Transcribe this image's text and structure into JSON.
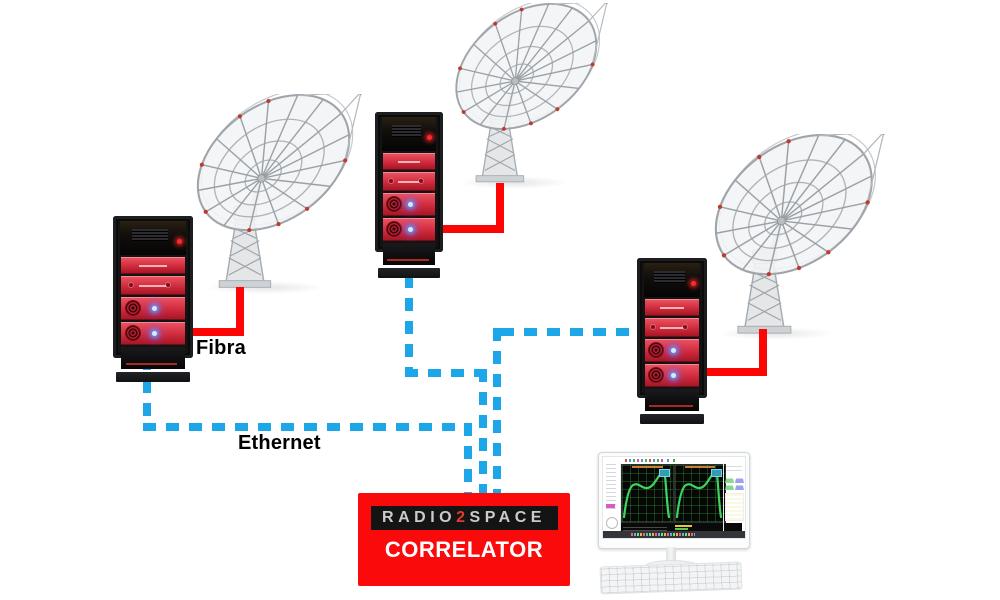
{
  "labels": {
    "fiber_link": "Fibra",
    "ethernet_link": "Ethernet"
  },
  "correlator": {
    "logo_prefix": "RADIO",
    "logo_accent": "2",
    "logo_suffix": "SPACE",
    "name": "CORRELATOR"
  },
  "colors": {
    "fiber-cable": "#fe0505",
    "ethernet-cable": "#1da7e8",
    "correlator-box": "#fa0a0a",
    "logo-bar": "#141414",
    "logo-text": "#c9cccf",
    "logo-accent": "#e23b2e",
    "rack-module": "#cf2b3c",
    "screen-curve": "#3fd45f"
  },
  "nodes": {
    "antennas": [
      "radio-telescope-1",
      "radio-telescope-2",
      "radio-telescope-3"
    ],
    "receivers": [
      "receiver-rack-1",
      "receiver-rack-2",
      "receiver-rack-3"
    ],
    "workstation": "control-computer"
  }
}
